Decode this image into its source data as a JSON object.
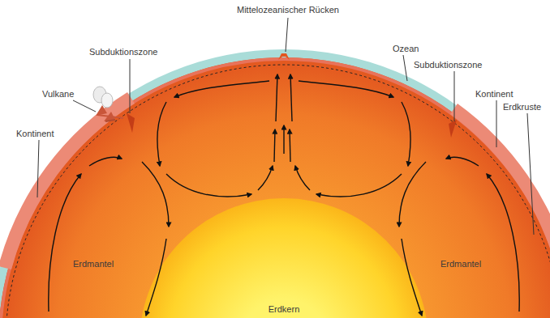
{
  "diagram": {
    "labels": [
      "Mittelozeanischer Rücken",
      "Ozean",
      "Subduktionszone",
      "Subduktionszone",
      "Vulkane",
      "Kontinent",
      "Kontinent",
      "Erdkruste",
      "Erdmantel",
      "Erdmantel",
      "Erdkern"
    ]
  }
}
